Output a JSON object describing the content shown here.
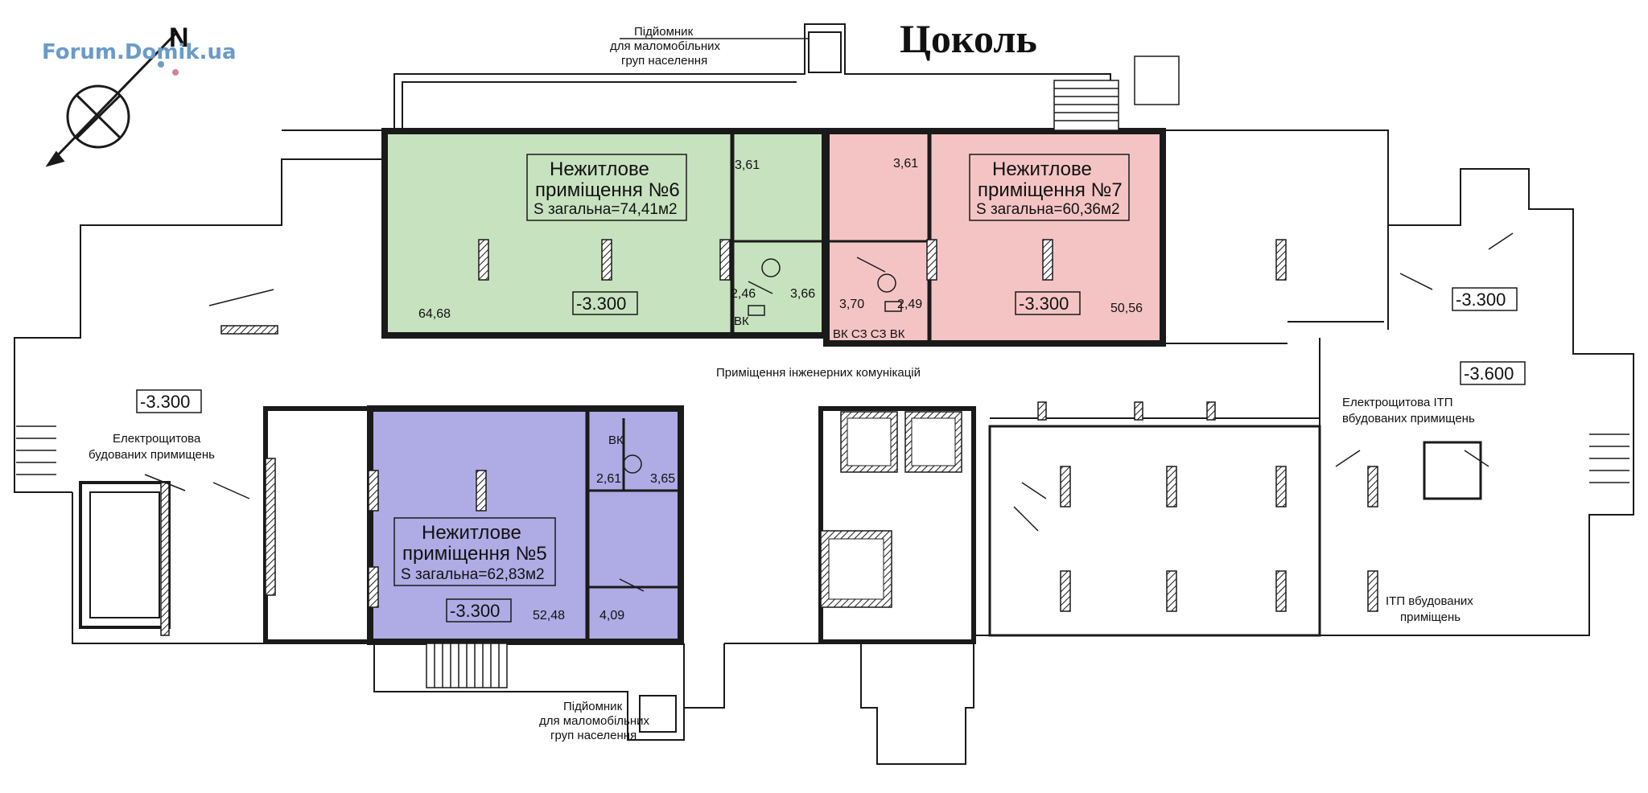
{
  "title": "Цоколь",
  "watermark": "Forum.Domik.ua",
  "compass": {
    "icon": "north-arrow-icon",
    "letter": "N"
  },
  "colors": {
    "unit5": "#8d88d8",
    "unit6": "#a9d39c",
    "unit7": "#eea4a4",
    "logo": "#6a9bc9"
  },
  "units": [
    {
      "id": "5",
      "name_line1": "Нежитлове",
      "name_line2": "приміщення №5",
      "area": "S загальна=62,83м2"
    },
    {
      "id": "6",
      "name_line1": "Нежитлове",
      "name_line2": "приміщення №6",
      "area": "S загальна=74,41м2"
    },
    {
      "id": "7",
      "name_line1": "Нежитлове",
      "name_line2": "приміщення №7",
      "area": "S загальна=60,36м2"
    }
  ],
  "lifts": {
    "top": {
      "line1": "Підйомник",
      "line2": "для маломобільних",
      "line3": "груп населення"
    },
    "bottom": {
      "line1": "Підйомник",
      "line2": "для маломобільних",
      "line3": "груп населення"
    }
  },
  "corridor": "Приміщення інженерних комунікацій",
  "electrical_left": {
    "line1": "Електрощитова",
    "line2": "будованих примищень"
  },
  "electrical_right": {
    "line1": "Електрощитова ІТП",
    "line2": "вбудованих примищень"
  },
  "itp": {
    "line1": "ІТП вбудованих",
    "line2": "приміщень"
  },
  "levels": {
    "left": "-3.300",
    "u6": "-3.300",
    "u7": "-3.300",
    "u5": "-3.300",
    "right_top": "-3.300",
    "right_mid": "-3.600"
  },
  "dims": {
    "u6_main": "64,68",
    "u6_a": "3,61",
    "u6_b": "2,46",
    "u6_c": "3,66",
    "u7_main": "50,56",
    "u7_a": "3,61",
    "u7_b": "3,70",
    "u7_c": "2,49",
    "u5_main": "52,48",
    "u5_a": "2,61",
    "u5_b": "3,65",
    "u5_c": "4,09"
  },
  "marks": {
    "vk": "ВК",
    "vk_row": "ВК СЗ СЗ ВК"
  }
}
